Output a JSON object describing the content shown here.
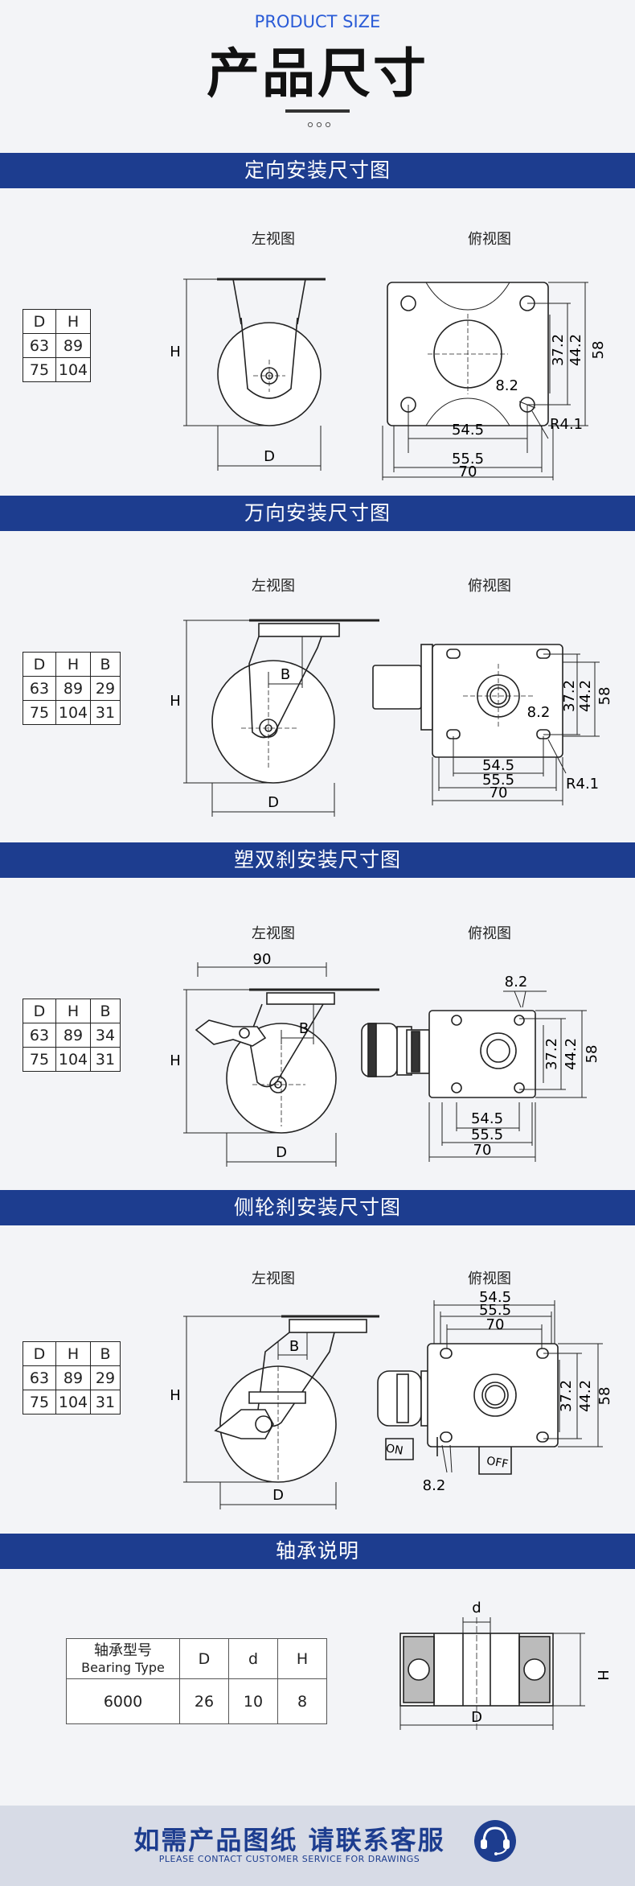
{
  "header": {
    "subtitle": "PRODUCT SIZE",
    "title": "产品尺寸"
  },
  "views": {
    "left": "左视图",
    "top": "俯视图"
  },
  "sections": [
    {
      "title": "定向安装尺寸图",
      "table": {
        "headers": [
          "D",
          "H"
        ],
        "rows": [
          [
            "63",
            "89"
          ],
          [
            "75",
            "104"
          ]
        ]
      },
      "dims": {
        "h": "H",
        "d": "D",
        "d37": "37.2",
        "d44": "44.2",
        "d58": "58",
        "d82": "8.2",
        "d545": "54.5",
        "d555": "55.5",
        "d70": "70",
        "r41": "R4.1"
      }
    },
    {
      "title": "万向安装尺寸图",
      "table": {
        "headers": [
          "D",
          "H",
          "B"
        ],
        "rows": [
          [
            "63",
            "89",
            "29"
          ],
          [
            "75",
            "104",
            "31"
          ]
        ]
      },
      "dims": {
        "h": "H",
        "d": "D",
        "b": "B",
        "d37": "37.2",
        "d44": "44.2",
        "d58": "58",
        "d82": "8.2",
        "d545": "54.5",
        "d555": "55.5",
        "d70": "70",
        "r41": "R4.1"
      }
    },
    {
      "title": "塑双刹安装尺寸图",
      "table": {
        "headers": [
          "D",
          "H",
          "B"
        ],
        "rows": [
          [
            "63",
            "89",
            "34"
          ],
          [
            "75",
            "104",
            "31"
          ]
        ]
      },
      "dims": {
        "h": "H",
        "d": "D",
        "b": "B",
        "d90": "90",
        "d37": "37.2",
        "d44": "44.2",
        "d58": "58",
        "d82": "8.2",
        "d545": "54.5",
        "d555": "55.5",
        "d70": "70"
      }
    },
    {
      "title": "侧轮刹安装尺寸图",
      "table": {
        "headers": [
          "D",
          "H",
          "B"
        ],
        "rows": [
          [
            "63",
            "89",
            "29"
          ],
          [
            "75",
            "104",
            "31"
          ]
        ]
      },
      "dims": {
        "h": "H",
        "d": "D",
        "b": "B",
        "d37": "37.2",
        "d44": "44.2",
        "d58": "58",
        "d82": "8.2",
        "d545": "54.5",
        "d555": "55.5",
        "d70": "70",
        "on": "ON",
        "off": "OFF"
      }
    }
  ],
  "bearing": {
    "title": "轴承说明",
    "type_label_cn": "轴承型号",
    "type_label_en": "Bearing Type",
    "col_d_big": "D",
    "col_d_small": "d",
    "col_h": "H",
    "row": {
      "type": "6000",
      "D": "26",
      "d": "10",
      "H": "8"
    },
    "diagram": {
      "d_small": "d",
      "d_big": "D",
      "h": "H"
    }
  },
  "footer": {
    "main": "如需产品图纸 请联系客服",
    "sub": "PLEASE CONTACT CUSTOMER SERVICE FOR DRAWINGS"
  },
  "colors": {
    "band": "#1d3d8f",
    "accent": "#2a5bd7",
    "footer_bg": "#d7dbe6"
  }
}
